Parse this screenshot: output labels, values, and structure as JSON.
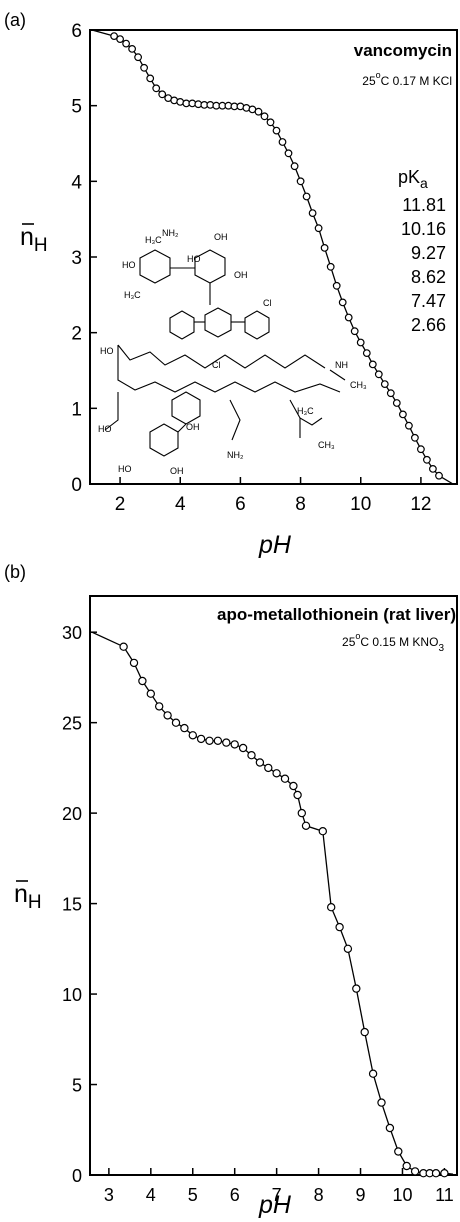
{
  "panel_a": {
    "label": "(a)",
    "title": "vancomycin",
    "condition_prefix": "25",
    "condition_deg": "o",
    "condition_suffix": "C  0.17 M KCl",
    "ylabel": "n",
    "ylabel_sub": "H",
    "xlabel": "pH",
    "pka_head": "pK",
    "pka_sub": "a",
    "pka_values": [
      "11.81",
      "10.16",
      "9.27",
      "8.62",
      "7.47",
      "2.66"
    ],
    "xticks": [
      "2",
      "4",
      "6",
      "8",
      "10",
      "12"
    ],
    "yticks": [
      "0",
      "1",
      "2",
      "3",
      "4",
      "5",
      "6"
    ]
  },
  "panel_b": {
    "label": "(b)",
    "title": "apo-metallothionein (rat liver)",
    "condition_prefix": "25",
    "condition_deg": "o",
    "condition_suffix": "C  0.15 M KNO",
    "condition_sub": "3",
    "ylabel": "n",
    "ylabel_sub": "H",
    "xlabel": "pH",
    "xticks": [
      "3",
      "4",
      "5",
      "6",
      "7",
      "8",
      "9",
      "10",
      "11"
    ],
    "yticks": [
      "0",
      "5",
      "10",
      "15",
      "20",
      "25",
      "30"
    ]
  },
  "chart_data": [
    {
      "type": "scatter",
      "title": "vancomycin",
      "xlabel": "pH",
      "ylabel": "n̄H",
      "xlim": [
        1,
        13.2
      ],
      "ylim": [
        0,
        6
      ],
      "grid": false,
      "series": [
        {
          "x": [
            1.8,
            2.0,
            2.2,
            2.4,
            2.6,
            2.8,
            3.0,
            3.2,
            3.4,
            3.6,
            3.8,
            4.0,
            4.2,
            4.4,
            4.6,
            4.8,
            5.0,
            5.2,
            5.4,
            5.6,
            5.8,
            6.0,
            6.2,
            6.4,
            6.6,
            6.8,
            7.0,
            7.2,
            7.4,
            7.6,
            7.8,
            8.0,
            8.2,
            8.4,
            8.6,
            8.8,
            9.0,
            9.2,
            9.4,
            9.6,
            9.8,
            10.0,
            10.2,
            10.4,
            10.6,
            10.8,
            11.0,
            11.2,
            11.4,
            11.6,
            11.8,
            12.0,
            12.2,
            12.4,
            12.6
          ],
          "y": [
            5.92,
            5.88,
            5.82,
            5.75,
            5.64,
            5.5,
            5.36,
            5.23,
            5.15,
            5.1,
            5.07,
            5.05,
            5.03,
            5.03,
            5.02,
            5.01,
            5.01,
            5.0,
            5.0,
            5.0,
            4.99,
            4.99,
            4.97,
            4.95,
            4.92,
            4.86,
            4.78,
            4.67,
            4.52,
            4.37,
            4.2,
            4.0,
            3.8,
            3.58,
            3.38,
            3.12,
            2.87,
            2.62,
            2.4,
            2.2,
            2.02,
            1.87,
            1.73,
            1.58,
            1.45,
            1.32,
            1.2,
            1.07,
            0.92,
            0.77,
            0.61,
            0.46,
            0.32,
            0.2,
            0.11
          ]
        }
      ]
    },
    {
      "type": "scatter",
      "title": "apo-metallothionein (rat liver)",
      "xlabel": "pH",
      "ylabel": "n̄H",
      "xlim": [
        2.55,
        11.3
      ],
      "ylim": [
        0,
        32
      ],
      "grid": false,
      "series": [
        {
          "x": [
            3.35,
            3.6,
            3.8,
            4.0,
            4.2,
            4.4,
            4.6,
            4.8,
            5.0,
            5.2,
            5.4,
            5.6,
            5.8,
            6.0,
            6.2,
            6.4,
            6.6,
            6.8,
            7.0,
            7.2,
            7.4,
            7.5,
            7.6,
            7.7,
            8.1,
            8.3,
            8.5,
            8.7,
            8.9,
            9.1,
            9.3,
            9.5,
            9.7,
            9.9,
            10.1,
            10.3,
            10.5,
            10.65,
            10.8,
            11.0
          ],
          "y": [
            29.2,
            28.3,
            27.3,
            26.6,
            25.9,
            25.4,
            25.0,
            24.7,
            24.3,
            24.1,
            24.0,
            24.0,
            23.9,
            23.8,
            23.6,
            23.2,
            22.8,
            22.5,
            22.2,
            21.9,
            21.5,
            21.0,
            20.0,
            19.3,
            19.0,
            14.8,
            13.7,
            12.5,
            10.3,
            7.9,
            5.6,
            4.0,
            2.6,
            1.3,
            0.5,
            0.2,
            0.1,
            0.1,
            0.1,
            0.1
          ]
        }
      ]
    }
  ]
}
